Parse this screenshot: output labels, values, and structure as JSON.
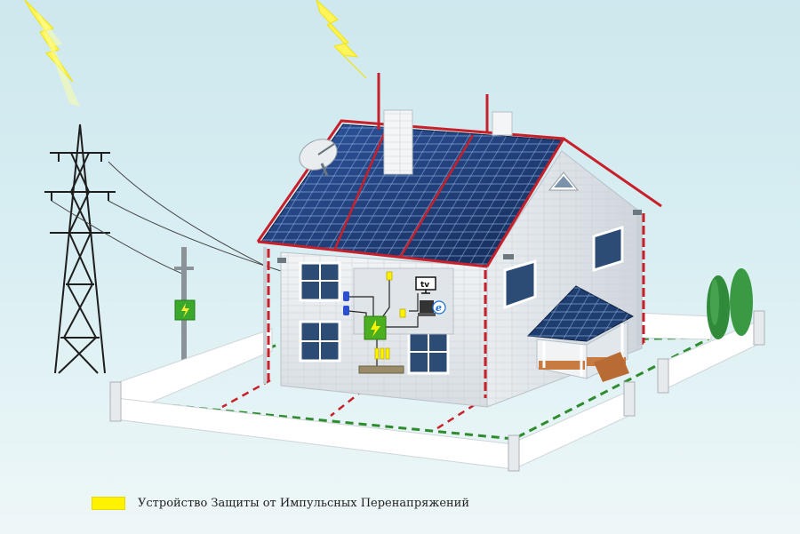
{
  "legend": {
    "label": "Устройство Защиты от Импульсных Перенапряжений",
    "swatch_color": "#fff200"
  },
  "devices": {
    "tv_label": "tv",
    "computer_label": "e"
  },
  "colors": {
    "lightning_rod": "#c8202a",
    "ground_loop": "#2e8b2e",
    "ground_link": "#c8202a",
    "solar_panel": "#1d3a6e",
    "surge_box": "#4caf1f",
    "wall": "#e8ecef",
    "roof_edge": "#c8202a"
  },
  "icons": [
    "lightning-bolt-icon",
    "power-tower-icon",
    "satellite-dish-icon",
    "surge-protector-icon",
    "tv-icon",
    "computer-icon",
    "cypress-tree-icon"
  ]
}
